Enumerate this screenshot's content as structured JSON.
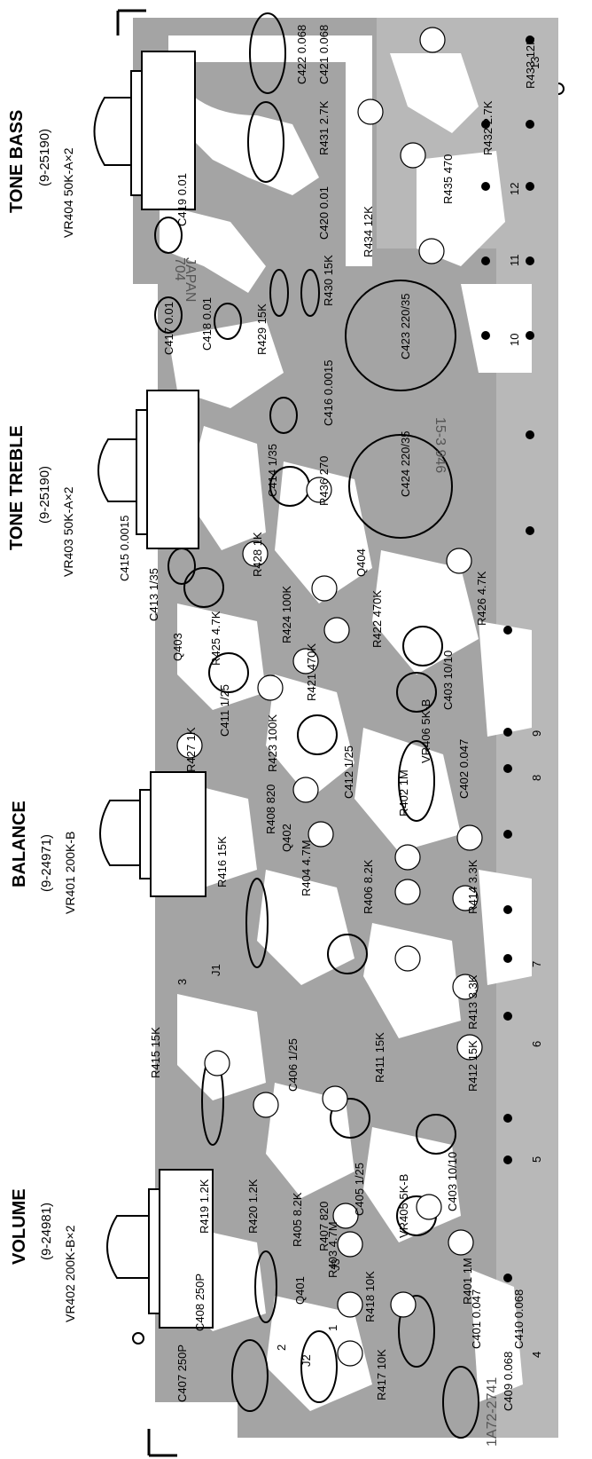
{
  "pots": [
    {
      "id": "tone-bass",
      "title": "TONE  BASS",
      "part": "(9-25190)",
      "ref": "VR404  50K-A×2"
    },
    {
      "id": "tone-treble",
      "title": "TONE TREBLE",
      "part": "(9-25190)",
      "ref": "VR403  50K-A×2"
    },
    {
      "id": "balance",
      "title": "BALANCE",
      "part": "(9-24971)",
      "ref": "VR401  200K-B"
    },
    {
      "id": "volume",
      "title": "VOLUME",
      "part": "(9-24981)",
      "ref": "VR402  200K-B×2"
    }
  ],
  "components": [
    {
      "ref": "C421",
      "val": "0.068"
    },
    {
      "ref": "R433",
      "val": "12K"
    },
    {
      "ref": "R431",
      "val": "2.7K"
    },
    {
      "ref": "R432",
      "val": "2.7K"
    },
    {
      "ref": "C422",
      "val": "0.068"
    },
    {
      "ref": "C419",
      "val": "0.01"
    },
    {
      "ref": "C420",
      "val": "0.01"
    },
    {
      "ref": "R434",
      "val": "12K"
    },
    {
      "ref": "R435",
      "val": "470"
    },
    {
      "ref": "R430",
      "val": "15K"
    },
    {
      "ref": "C417",
      "val": "0.01"
    },
    {
      "ref": "C418",
      "val": "0.01"
    },
    {
      "ref": "R429",
      "val": "15K"
    },
    {
      "ref": "C423",
      "val": "220/35"
    },
    {
      "ref": "C414",
      "val": "1/35"
    },
    {
      "ref": "C416",
      "val": "0.0015"
    },
    {
      "ref": "R436",
      "val": "270"
    },
    {
      "ref": "C424",
      "val": "220/35"
    },
    {
      "ref": "R428",
      "val": "1K"
    },
    {
      "ref": "C415",
      "val": "0.0015"
    },
    {
      "ref": "C413",
      "val": "1/35"
    },
    {
      "ref": "R425",
      "val": "4.7K"
    },
    {
      "ref": "Q404",
      "val": ""
    },
    {
      "ref": "R426",
      "val": "4.7K"
    },
    {
      "ref": "Q403",
      "val": ""
    },
    {
      "ref": "R424",
      "val": "100K"
    },
    {
      "ref": "R421",
      "val": "470K"
    },
    {
      "ref": "R422",
      "val": "470K"
    },
    {
      "ref": "C403",
      "val": "10/10"
    },
    {
      "ref": "C411",
      "val": "1/25"
    },
    {
      "ref": "R427",
      "val": "1K"
    },
    {
      "ref": "R423",
      "val": "100K"
    },
    {
      "ref": "C412",
      "val": "1/25"
    },
    {
      "ref": "VR406",
      "val": "5K-B"
    },
    {
      "ref": "R408",
      "val": "820"
    },
    {
      "ref": "Q402",
      "val": ""
    },
    {
      "ref": "C402",
      "val": "0.047"
    },
    {
      "ref": "R402",
      "val": "1M"
    },
    {
      "ref": "R404",
      "val": "4.7M"
    },
    {
      "ref": "R416",
      "val": "15K"
    },
    {
      "ref": "R406",
      "val": "8.2K"
    },
    {
      "ref": "R414",
      "val": "3.3K"
    },
    {
      "ref": "R413",
      "val": "3.3K"
    },
    {
      "ref": "R415",
      "val": "15K"
    },
    {
      "ref": "C406",
      "val": "1/25"
    },
    {
      "ref": "R411",
      "val": "15K"
    },
    {
      "ref": "R412",
      "val": "15K"
    },
    {
      "ref": "C405",
      "val": "1/25"
    },
    {
      "ref": "C403",
      "val": "10/10"
    },
    {
      "ref": "R419",
      "val": "1.2K"
    },
    {
      "ref": "R420",
      "val": "1.2K"
    },
    {
      "ref": "R405",
      "val": "8.2K"
    },
    {
      "ref": "R407",
      "val": "820"
    },
    {
      "ref": "VR405",
      "val": "5K-B"
    },
    {
      "ref": "Q401",
      "val": ""
    },
    {
      "ref": "R401",
      "val": "1M"
    },
    {
      "ref": "R403",
      "val": "4.7M"
    },
    {
      "ref": "C408",
      "val": "250P"
    },
    {
      "ref": "R418",
      "val": "10K"
    },
    {
      "ref": "C401",
      "val": "0.047"
    },
    {
      "ref": "C410",
      "val": "0.068"
    },
    {
      "ref": "C409",
      "val": "0.068"
    },
    {
      "ref": "R417",
      "val": "10K"
    },
    {
      "ref": "C407",
      "val": "250P"
    }
  ],
  "misc": {
    "jp1": "704",
    "jp2": "JAPAN",
    "pcbno": "1A72-2741",
    "stamp": "15-3 946"
  },
  "pins": [
    "13",
    "12",
    "11",
    "10",
    "9",
    "8",
    "7",
    "6",
    "5",
    "4",
    "1",
    "2",
    "3"
  ],
  "jumpers": [
    "J1",
    "J2",
    "J3"
  ]
}
